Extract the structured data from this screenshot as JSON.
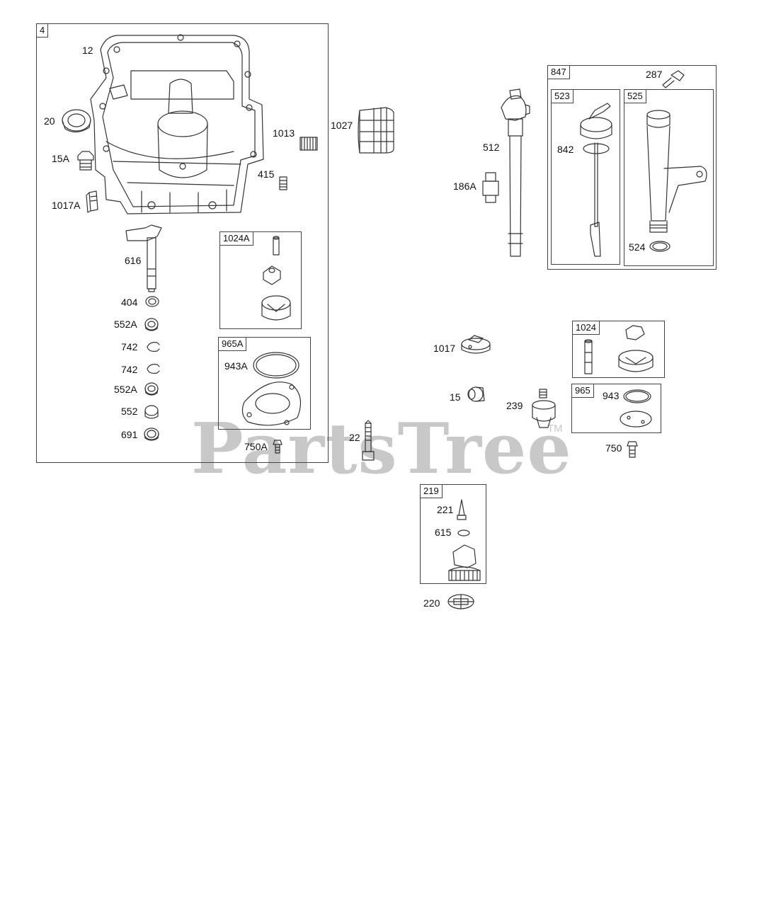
{
  "watermark": {
    "brand": "PartsTree",
    "tm": "TM"
  },
  "boxes": {
    "b4": "4",
    "b1024A": "1024A",
    "b965A": "965A",
    "b847": "847",
    "b523": "523",
    "b525": "525",
    "b1024": "1024",
    "b965": "965",
    "b219": "219"
  },
  "labels": {
    "l12": "12",
    "l20": "20",
    "l15A": "15A",
    "l1017A": "1017A",
    "l1013": "1013",
    "l415": "415",
    "l616": "616",
    "l404": "404",
    "l552A_1": "552A",
    "l742_1": "742",
    "l742_2": "742",
    "l552A_2": "552A",
    "l552": "552",
    "l691": "691",
    "l943A": "943A",
    "l750A": "750A",
    "l1027": "1027",
    "l512": "512",
    "l186A": "186A",
    "l842": "842",
    "l287": "287",
    "l524": "524",
    "l1017": "1017",
    "l15": "15",
    "l239": "239",
    "l943": "943",
    "l750": "750",
    "l22": "22",
    "l221": "221",
    "l615": "615",
    "l220": "220"
  }
}
